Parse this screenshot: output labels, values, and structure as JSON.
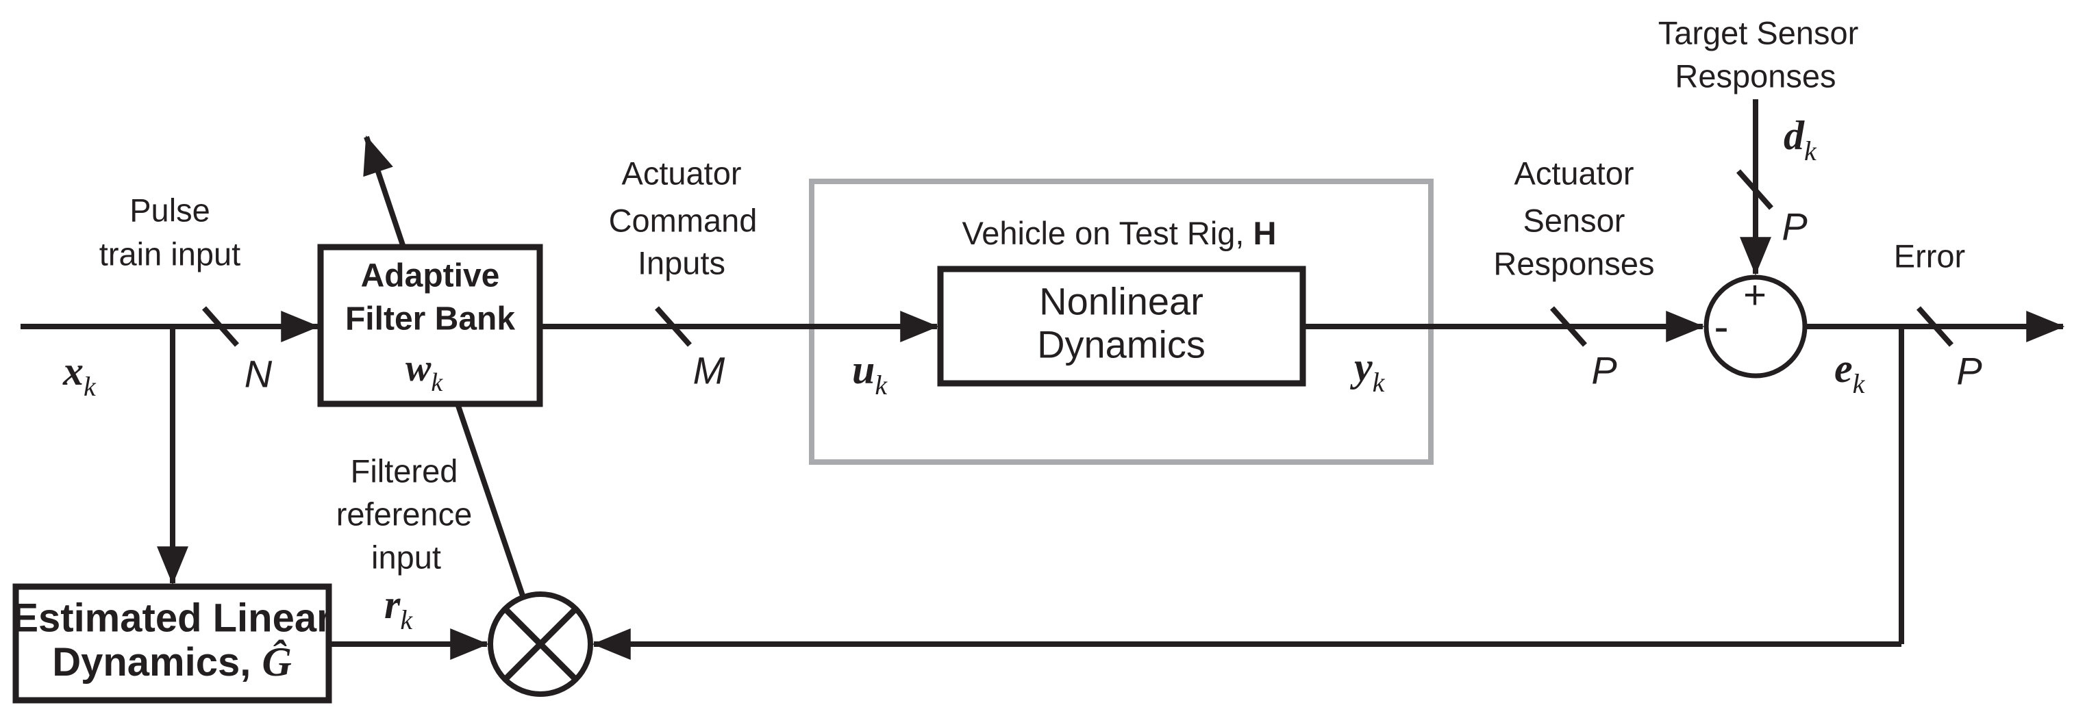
{
  "diagram": {
    "colors": {
      "ink": "#231f20",
      "rig_box_border": "#a8aaad",
      "background": "#ffffff"
    },
    "pulse_train_label": [
      "Pulse",
      "train input"
    ],
    "actuator_command_label": [
      "Actuator",
      "Command",
      "Inputs"
    ],
    "actuator_sensor_label": [
      "Actuator",
      "Sensor",
      "Responses"
    ],
    "target_sensor_label": [
      "Target Sensor",
      "Responses"
    ],
    "filtered_reference_label": [
      "Filtered",
      "reference",
      "input"
    ],
    "error_label": "Error",
    "blocks": {
      "adaptive_filter_bank": {
        "line1": "Adaptive",
        "line2": "Filter Bank",
        "symbol": "w",
        "symbol_sub": "k"
      },
      "vehicle_rig": {
        "title": "Vehicle on Test Rig, ",
        "symbol": "H"
      },
      "nonlinear_dynamics": {
        "line1": "Nonlinear",
        "line2": "Dynamics"
      },
      "estimated_linear_dynamics": {
        "line1": "Estimated Linear",
        "line2": "Dynamics, ",
        "symbol": "Ĝ"
      }
    },
    "signals": {
      "x": {
        "base": "x",
        "sub": "k"
      },
      "u": {
        "base": "u",
        "sub": "k"
      },
      "y": {
        "base": "y",
        "sub": "k"
      },
      "d": {
        "base": "d",
        "sub": "k"
      },
      "e": {
        "base": "e",
        "sub": "k"
      },
      "r": {
        "base": "r",
        "sub": "k"
      }
    },
    "bus_widths": {
      "input": "N",
      "command": "M",
      "sensor": "P",
      "target": "P",
      "error": "P"
    },
    "sum_junction": {
      "plus": "+",
      "minus": "-"
    }
  }
}
